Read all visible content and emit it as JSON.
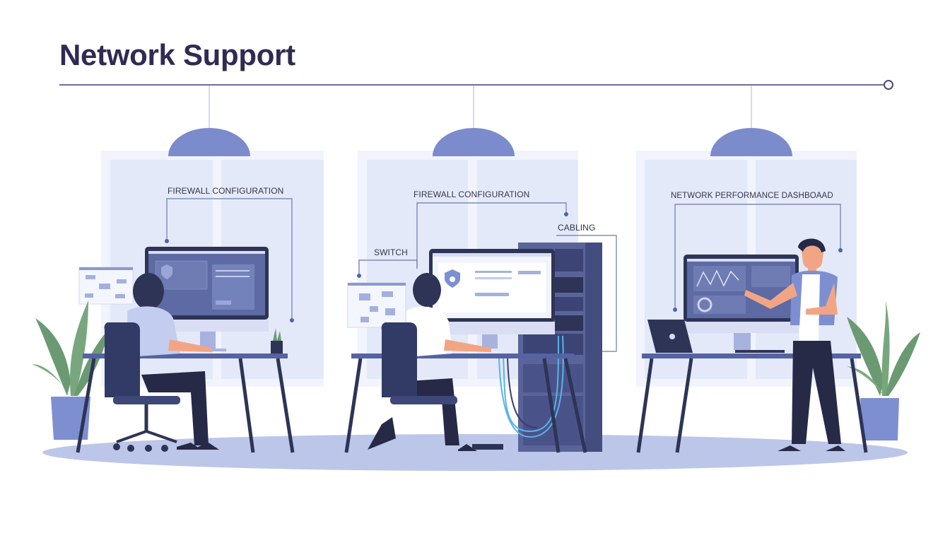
{
  "header": {
    "title": "Network Support"
  },
  "scene": {
    "workstations": [
      {
        "id": "left",
        "callouts": [
          "FIREWALL CONFIGURATION"
        ],
        "screen": "firewall-config-ui"
      },
      {
        "id": "center",
        "callouts": [
          "FIREWALL CONFIGURATION",
          "SWITCH",
          "CABLING"
        ],
        "screen": "firewall-shield-ui"
      },
      {
        "id": "right",
        "callouts": [
          "NETWORK PERFORMANCE DASHBOAAD"
        ],
        "screen": "performance-dashboard"
      }
    ]
  },
  "labels": {
    "left_firewall": "FIREWALL CONFIGURATION",
    "center_firewall": "FIREWALL CONFIGURATION",
    "switch": "SWITCH",
    "cabling": "CABLING",
    "dashboard": "NETWORK PERFORMANCE DASHBOAAD"
  },
  "colors": {
    "title": "#2f2b52",
    "accent": "#7b8bcc",
    "dark": "#2e3456",
    "floor": "#bcc6e8",
    "window": "#e6ebfa",
    "plant": "#6b9a72",
    "pot": "#7d8fd0",
    "skin": "#f2a585"
  }
}
